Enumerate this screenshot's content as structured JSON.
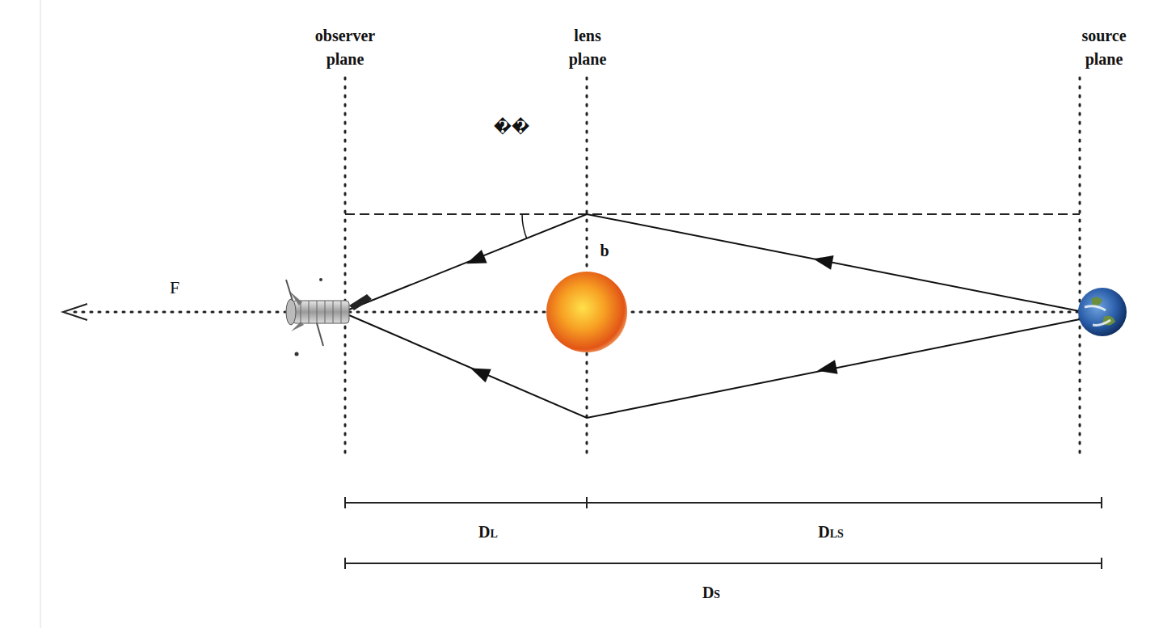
{
  "diagram": {
    "labels": [
      "observer plane",
      "lens plane",
      "source plane",
      "��",
      "F",
      "b",
      "DL",
      "DLS",
      "DS"
    ]
  }
}
